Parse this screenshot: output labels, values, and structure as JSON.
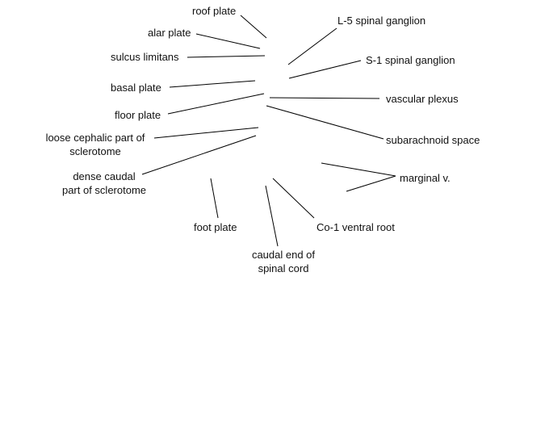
{
  "labels": {
    "roof_plate": "roof plate",
    "alar_plate": "alar plate",
    "sulcus_limitans": "sulcus limitans",
    "basal_plate": "basal plate",
    "floor_plate": "floor plate",
    "loose_cephalic": [
      "loose cephalic part of",
      "sclerotome"
    ],
    "dense_caudal": [
      "dense caudal",
      "part of sclerotome"
    ],
    "foot_plate": "foot plate",
    "caudal_end": [
      "caudal end of",
      "spinal cord"
    ],
    "co1_ventral_root": "Co-1 ventral root",
    "l5_ganglion": "L-5 spinal ganglion",
    "s1_ganglion": "S-1 spinal ganglion",
    "vascular_plexus": "vascular plexus",
    "subarachnoid_space": "subarachnoid space",
    "marginal_v": "marginal v."
  },
  "colors": {
    "background": "#ffffff",
    "text": "#111111",
    "line": "#000000"
  }
}
